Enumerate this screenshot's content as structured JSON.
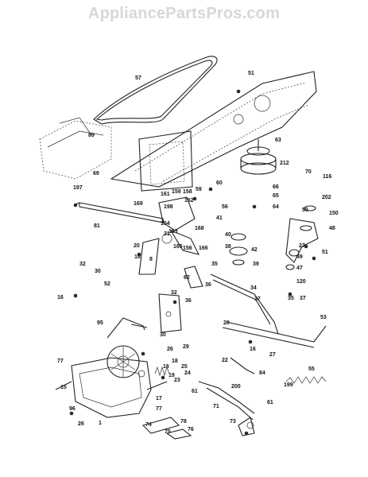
{
  "site": {
    "watermark": "AppliancePartsPros.com"
  },
  "diagram": {
    "labels": [
      "57",
      "51",
      "89",
      "69",
      "63",
      "212",
      "70",
      "116",
      "59",
      "60",
      "66",
      "65",
      "64",
      "197",
      "159",
      "158",
      "161",
      "162",
      "198",
      "169",
      "81",
      "56",
      "41",
      "202",
      "150",
      "48",
      "21",
      "104",
      "163",
      "165",
      "168",
      "166",
      "20",
      "42",
      "40",
      "50",
      "27",
      "51",
      "38",
      "39",
      "35",
      "18",
      "8",
      "156",
      "49",
      "47",
      "120",
      "62",
      "36",
      "34",
      "37",
      "32",
      "30",
      "52",
      "16",
      "32",
      "36",
      "35",
      "37",
      "53",
      "95",
      "30",
      "28",
      "29",
      "26",
      "16",
      "77",
      "22",
      "16",
      "27",
      "84",
      "25",
      "18",
      "19",
      "24",
      "23",
      "199",
      "55",
      "15",
      "61",
      "200",
      "71",
      "96",
      "26",
      "1",
      "17",
      "77",
      "74",
      "75",
      "78",
      "76",
      "73",
      "61"
    ]
  }
}
